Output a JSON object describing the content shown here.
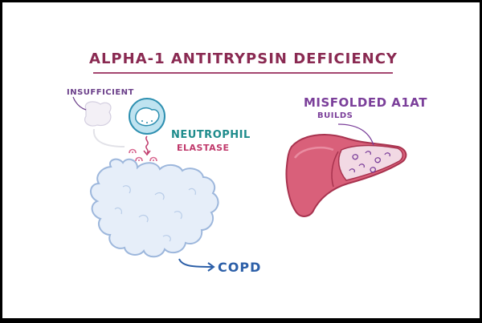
{
  "title": "ALPHA-1 ANTITRYPSIN DEFICIENCY",
  "labels": {
    "insufficient": "INSUFFICIENT",
    "neutrophil": "NEUTROPHIL",
    "elastase": "ELASTASE",
    "misfolded": "MISFOLDED A1AT",
    "builds": "BUILDS",
    "copd": "COPD"
  },
  "colors": {
    "title": "#8a2a52",
    "purple": "#7b3f9a",
    "teal": "#1e8c8c",
    "pink": "#c0396b",
    "blue": "#2c5fa8",
    "lung": "#e6eef9",
    "liver": "#d9607a"
  }
}
